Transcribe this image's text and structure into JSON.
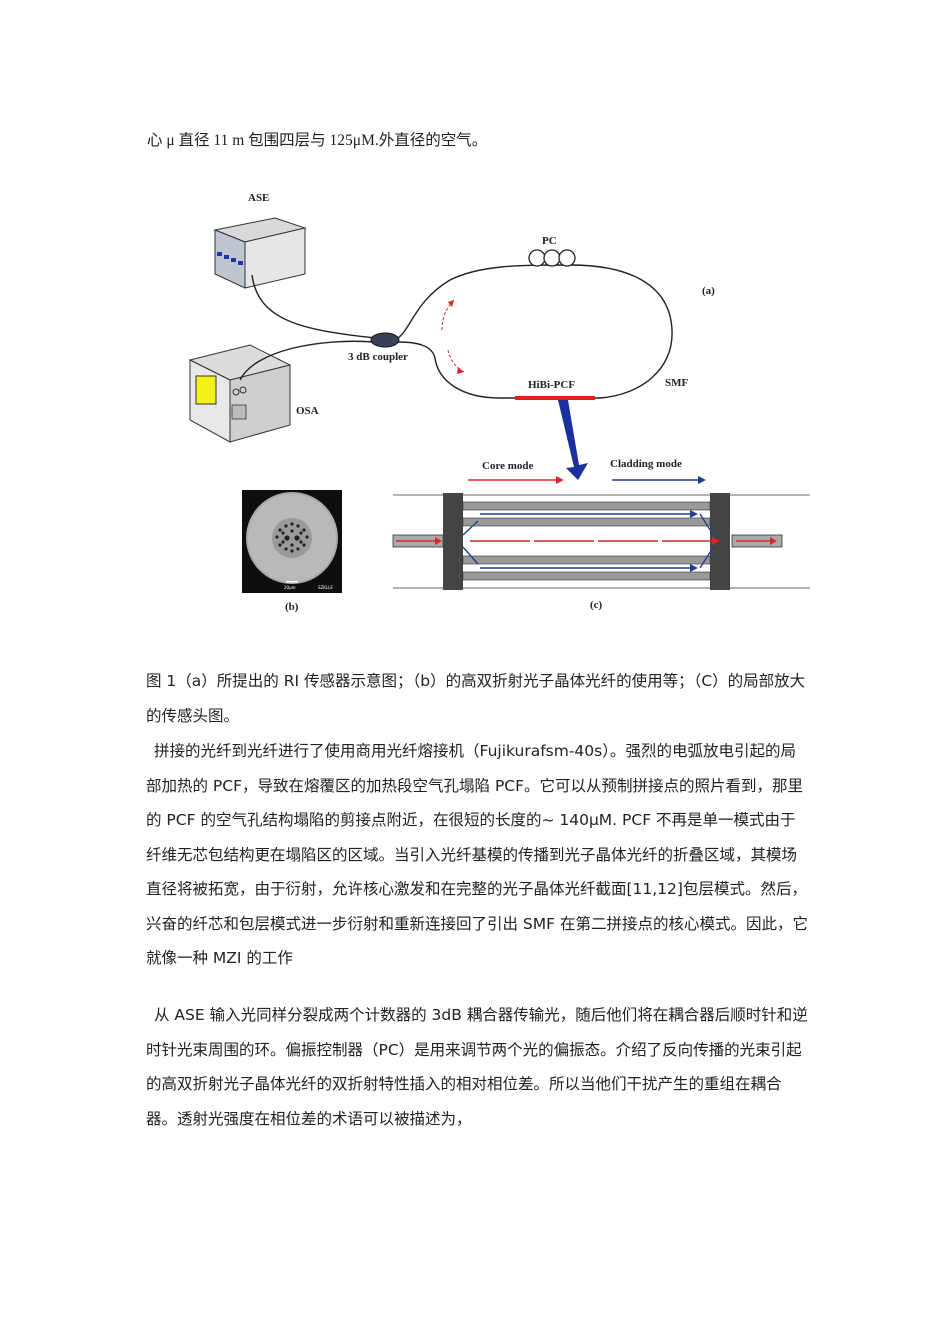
{
  "top_line": "心 μ 直径 11 m 包围四层与 125μM.外直径的空气。",
  "figure": {
    "labels": {
      "ase": "ASE",
      "osa": "OSA",
      "pc": "PC",
      "coupler": "3 dB coupler",
      "hibi_pcf": "HiBi-PCF",
      "smf": "SMF",
      "panel_a": "(a)",
      "panel_b": "(b)",
      "panel_c": "(c)",
      "core_mode": "Core mode",
      "cladding_mode": "Cladding mode",
      "micro_scale": "20μm",
      "micro_tag": "SZKLLE"
    },
    "colors": {
      "core_arrow": "#d8262b",
      "cladding_arrow": "#1f3f8f",
      "hibi_segment": "#e0221f",
      "big_arrow": "#1b2f9e"
    }
  },
  "caption": "图 1（a）所提出的 RI 传感器示意图；（b）的高双折射光子晶体光纤的使用等；（C）的局部放大的传感头图。",
  "paragraph1": "拼接的光纤到光纤进行了使用商用光纤熔接机（Fujikurafsm-40s）。强烈的电弧放电引起的局部加热的 PCF，导致在熔覆区的加热段空气孔塌陷 PCF。它可以从预制拼接点的照片看到，那里的 PCF 的空气孔结构塌陷的剪接点附近，在很短的长度的~ 140μM. PCF 不再是单一模式由于纤维无芯包结构更在塌陷区的区域。当引入光纤基模的传播到光子晶体光纤的折叠区域，其模场直径将被拓宽，由于衍射，允许核心激发和在完整的光子晶体光纤截面[11,12]包层模式。然后，兴奋的纤芯和包层模式进一步衍射和重新连接回了引出 SMF 在第二拼接点的核心模式。因此，它就像一种 MZI 的工作",
  "paragraph2": "从 ASE 输入光同样分裂成两个计数器的 3dB 耦合器传输光，随后他们将在耦合器后顺时针和逆时针光束周围的环。偏振控制器（PC）是用来调节两个光的偏振态。介绍了反向传播的光束引起的高双折射光子晶体光纤的双折射特性插入的相对相位差。所以当他们干扰产生的重组在耦合器。透射光强度在相位差的术语可以被描述为，"
}
